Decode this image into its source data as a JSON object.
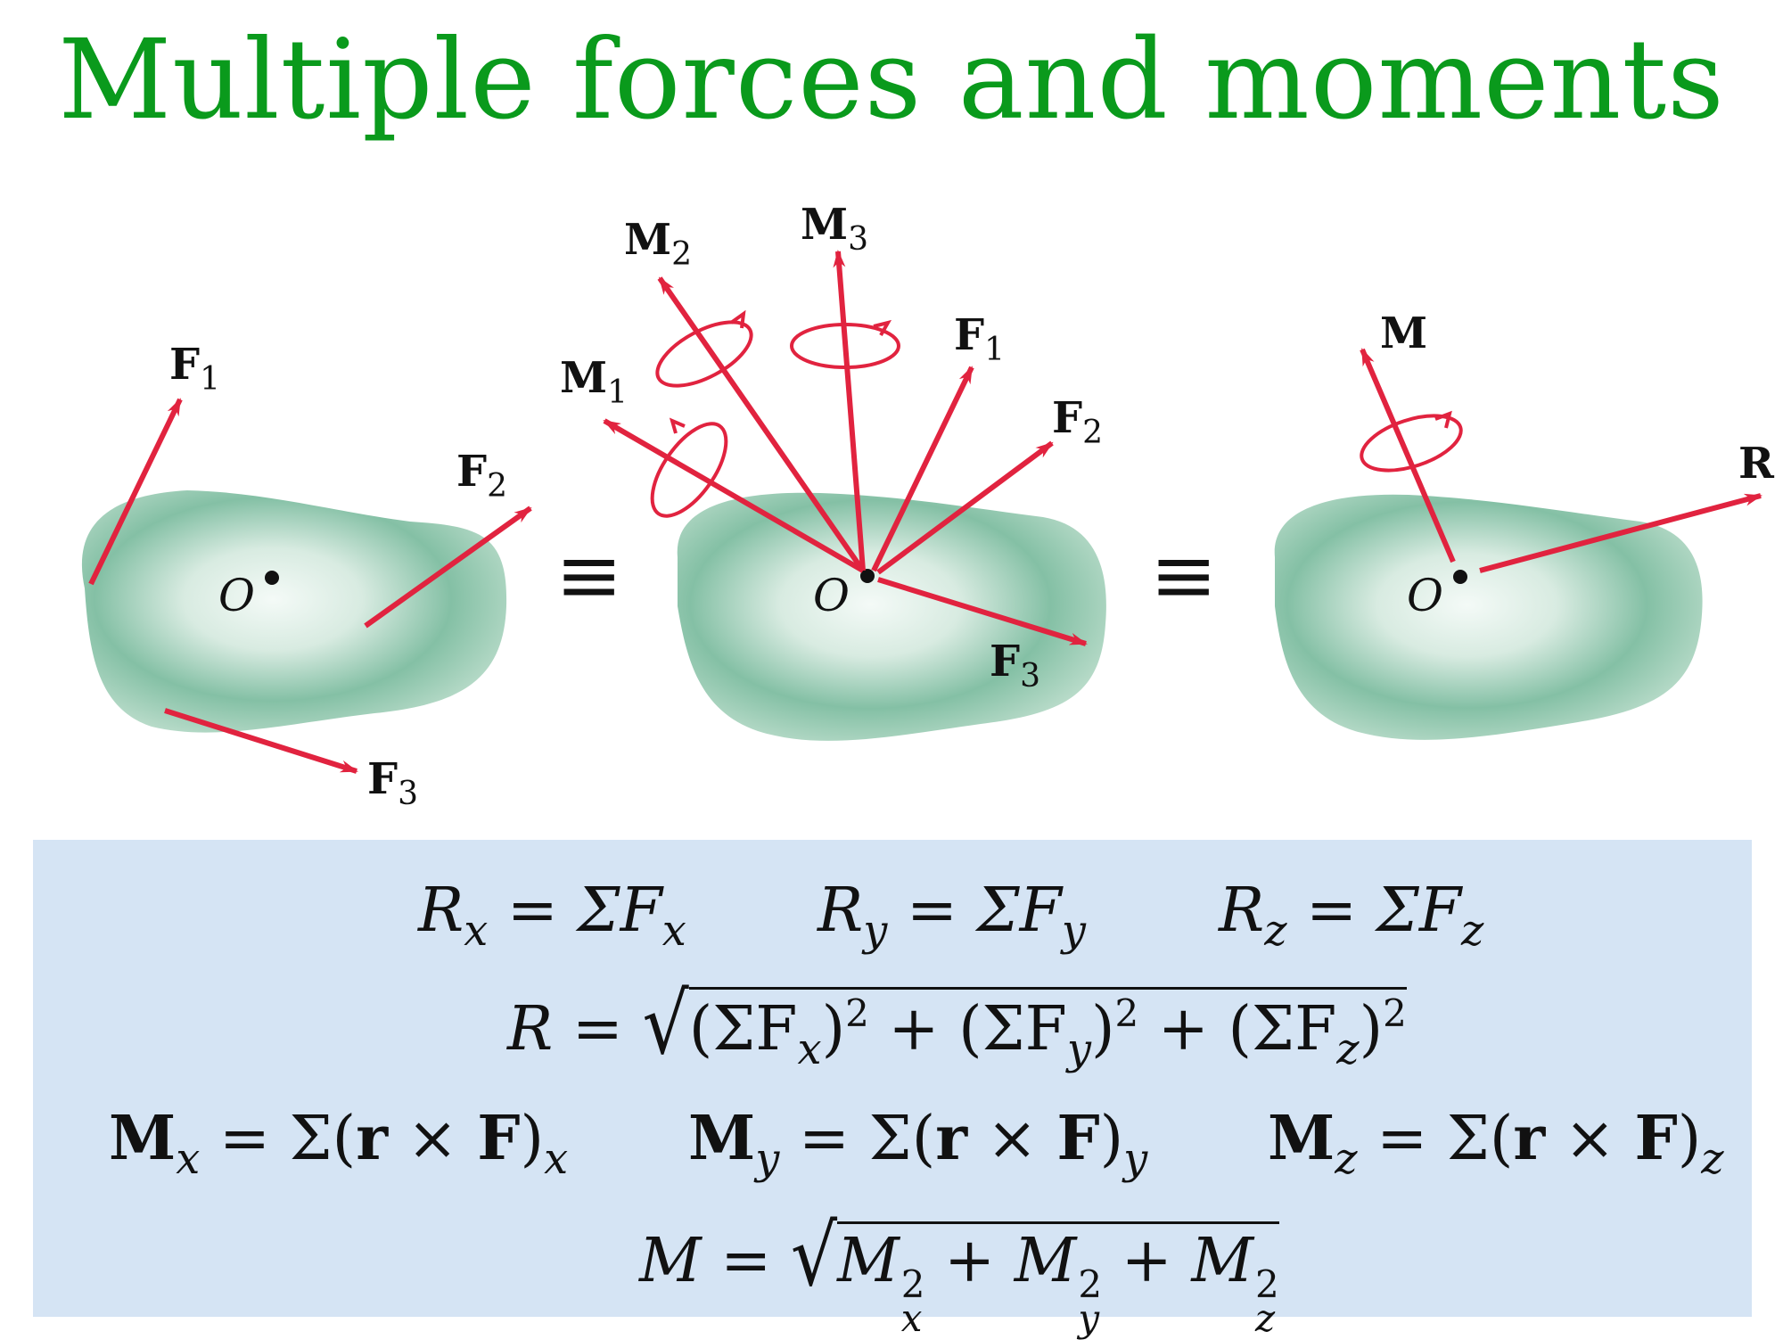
{
  "title": "Multiple forces and moments",
  "diagram": {
    "bodies": [
      {
        "origin_label": "O",
        "force_labels": [
          {
            "main": "F",
            "sub": "1"
          },
          {
            "main": "F",
            "sub": "2"
          },
          {
            "main": "F",
            "sub": "3"
          }
        ]
      },
      {
        "origin_label": "O",
        "force_labels": [
          {
            "main": "F",
            "sub": "1"
          },
          {
            "main": "F",
            "sub": "2"
          },
          {
            "main": "F",
            "sub": "3"
          }
        ],
        "moment_labels": [
          {
            "main": "M",
            "sub": "1"
          },
          {
            "main": "M",
            "sub": "2"
          },
          {
            "main": "M",
            "sub": "3"
          }
        ]
      },
      {
        "origin_label": "O",
        "resultant_force_label": "R",
        "resultant_moment_label": "M"
      }
    ],
    "equivalence_symbol": "≡",
    "colors": {
      "body": "#6fb396",
      "body_highlight": "#f4faf7",
      "arrow": "#e1233f",
      "title": "#0a9a1c",
      "formula_box": "#d5e4f4"
    }
  },
  "formulas": {
    "row1": [
      {
        "lhs": "R",
        "lhs_sub": "x",
        "rhs": "ΣF",
        "rhs_sub": "x"
      },
      {
        "lhs": "R",
        "lhs_sub": "y",
        "rhs": "ΣF",
        "rhs_sub": "y"
      },
      {
        "lhs": "R",
        "lhs_sub": "z",
        "rhs": "ΣF",
        "rhs_sub": "z"
      }
    ],
    "row2": {
      "lhs": "R",
      "terms": [
        {
          "sum": "(ΣF",
          "sub": "x",
          "close": ")",
          "sup": "2"
        },
        {
          "sum": "(ΣF",
          "sub": "y",
          "close": ")",
          "sup": "2"
        },
        {
          "sum": "(ΣF",
          "sub": "z",
          "close": ")",
          "sup": "2"
        }
      ],
      "plus": "+"
    },
    "row3": [
      {
        "lhs": "M",
        "lhs_sub": "x",
        "rhs_open": "Σ(",
        "r": "r",
        "times": "×",
        "F": "F",
        "rhs_close": ")",
        "rhs_sub": "x"
      },
      {
        "lhs": "M",
        "lhs_sub": "y",
        "rhs_open": "Σ(",
        "r": "r",
        "times": "×",
        "F": "F",
        "rhs_close": ")",
        "rhs_sub": "y"
      },
      {
        "lhs": "M",
        "lhs_sub": "z",
        "rhs_open": "Σ(",
        "r": "r",
        "times": "×",
        "F": "F",
        "rhs_close": ")",
        "rhs_sub": "z"
      }
    ],
    "row4": {
      "lhs": "M",
      "terms": [
        {
          "base": "M",
          "sup": "2",
          "sub": "x"
        },
        {
          "base": "M",
          "sup": "2",
          "sub": "y"
        },
        {
          "base": "M",
          "sup": "2",
          "sub": "z"
        }
      ],
      "plus": "+"
    },
    "equals": "="
  }
}
